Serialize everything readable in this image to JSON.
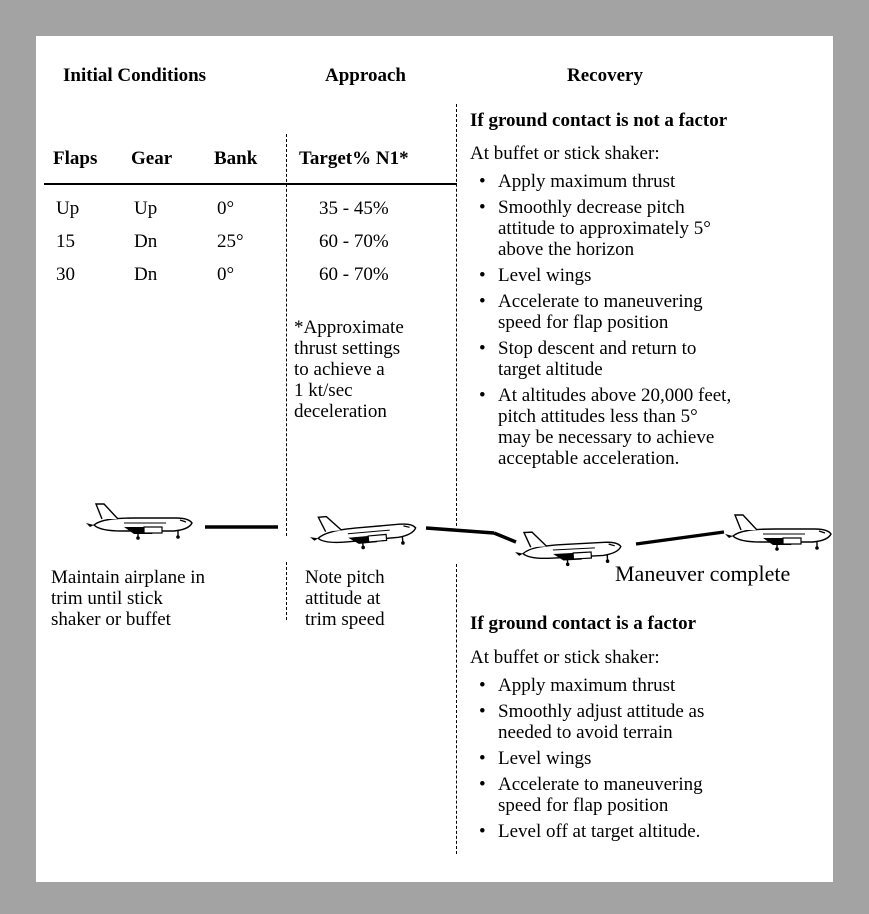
{
  "headers": {
    "initial_conditions": "Initial Conditions",
    "approach": "Approach",
    "recovery": "Recovery"
  },
  "table": {
    "columns": [
      "Flaps",
      "Gear",
      "Bank",
      "Target% N1*"
    ],
    "rows": [
      [
        "Up",
        "Up",
        "0°",
        "35 - 45%"
      ],
      [
        "15",
        "Dn",
        "25°",
        "60 - 70%"
      ],
      [
        "30",
        "Dn",
        "0°",
        "60 - 70%"
      ]
    ],
    "footnote": "*Approximate\nthrust settings\nto achieve a\n1 kt/sec\ndeceleration"
  },
  "recovery_no_ground": {
    "heading": "If ground contact is not a factor",
    "lead": "At buffet or stick shaker:",
    "items": [
      "Apply maximum thrust",
      "Smoothly decrease pitch\nattitude to approximately 5°\nabove the horizon",
      "Level wings",
      "Accelerate to maneuvering\nspeed for flap position",
      "Stop descent and return to\ntarget altitude",
      "At altitudes above 20,000 feet,\npitch attitudes less than 5°\nmay be necessary to achieve\nacceptable acceleration."
    ]
  },
  "captions": {
    "maintain": "Maintain airplane in\ntrim until stick\nshaker or buffet",
    "note_pitch": "Note pitch\nattitude at\ntrim speed",
    "maneuver_complete": "Maneuver complete"
  },
  "recovery_ground": {
    "heading": "If ground contact is a factor",
    "lead": "At buffet or stick shaker:",
    "items": [
      "Apply maximum thrust",
      "Smoothly adjust attitude as\nneeded to avoid terrain",
      "Level wings",
      "Accelerate to maneuvering\nspeed for flap position",
      "Level off at target altitude."
    ]
  },
  "icons": [
    "airplane-icon"
  ],
  "colors": {
    "background": "#a3a3a3",
    "panel": "#ffffff",
    "ink": "#000000"
  }
}
